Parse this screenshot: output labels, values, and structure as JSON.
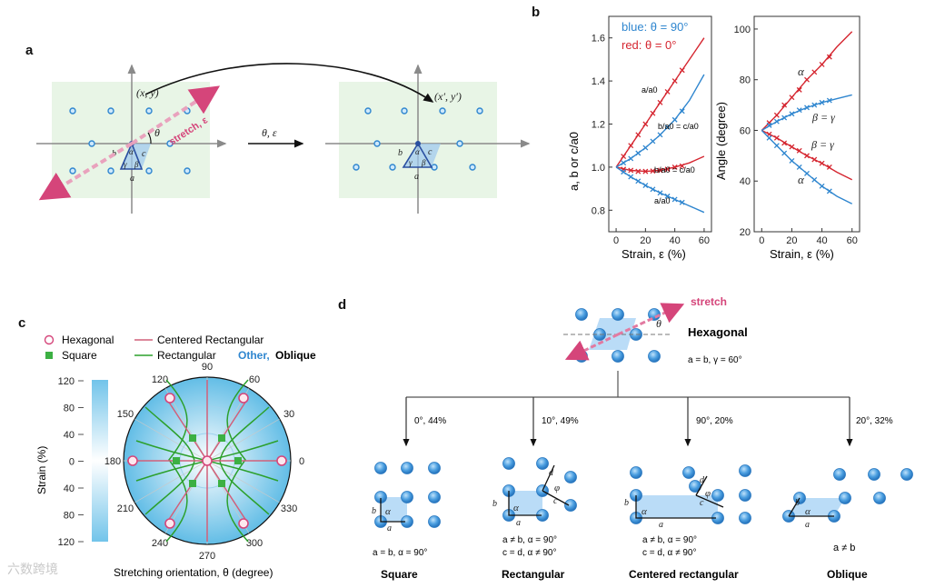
{
  "panels": {
    "a": "a",
    "b": "b",
    "c": "c",
    "d": "d"
  },
  "panel_a": {
    "coord_before": "(x, y)",
    "coord_after": "(x′, y′)",
    "stretch_label": "stretch, ε",
    "theta": "θ",
    "transform_label": "θ, ε",
    "lattice_labels": {
      "a": "a",
      "b": "b",
      "c": "c",
      "alpha": "α",
      "beta": "β",
      "gamma": "γ"
    }
  },
  "panel_b": {
    "legend_blue": "blue: θ = 90°",
    "legend_red": "red: θ = 0°",
    "xlabel": "Strain, ε (%)",
    "ylabel_left": "a, b or c/a0",
    "ylabel_right": "Angle (degree)",
    "curve_labels_left": [
      "a/a0",
      "b/a0 = c/a0",
      "b/a0 = c/a0",
      "a/a0"
    ],
    "curve_labels_right": [
      "α",
      "β = γ",
      "β = γ",
      "α"
    ]
  },
  "panel_c": {
    "legend": {
      "hexagonal": "Hexagonal",
      "square": "Square",
      "centered_rect": "Centered Rectangular",
      "rectangular": "Rectangular",
      "other": "Other,",
      "oblique": "Oblique"
    },
    "ylabel": "Strain (%)",
    "xlabel": "Stretching orientation, θ (degree)",
    "strain_ticks": [
      "120",
      "80",
      "40",
      "0",
      "40",
      "80",
      "120"
    ],
    "angle_ticks": [
      "90",
      "60",
      "30",
      "0",
      "330",
      "300",
      "270",
      "240",
      "210",
      "180",
      "150",
      "120"
    ]
  },
  "panel_d": {
    "stretch": "stretch",
    "theta": "θ",
    "hexagonal": "Hexagonal",
    "hex_condition": "a = b, γ = 60°",
    "branches": [
      {
        "param": "0°, 44%",
        "name": "Square",
        "cond1": "a = b, α = 90°",
        "cond2": ""
      },
      {
        "param": "10°, 49%",
        "name": "Rectangular",
        "cond1": "a ≠ b, α = 90°",
        "cond2": "c = d, α ≠ 90°"
      },
      {
        "param": "90°, 20%",
        "name": "Centered rectangular",
        "cond1": "a ≠ b, α = 90°",
        "cond2": "c = d, α ≠ 90°"
      },
      {
        "param": "20°, 32%",
        "name": "Oblique",
        "cond1": "a ≠ b",
        "cond2": ""
      }
    ]
  },
  "watermark": "六数跨境",
  "colors": {
    "blue": "#2f86cf",
    "red": "#d52630",
    "pink": "#d5457a",
    "green": "#2ca02c",
    "panel_bg": "#e8f5e6",
    "dot_fill": "#5aa9e6"
  },
  "chart_data": [
    {
      "type": "line",
      "xlabel": "Strain, ε (%)",
      "ylabel": "a, b or c/a0",
      "xlim": [
        -5,
        65
      ],
      "ylim": [
        0.7,
        1.7
      ],
      "xticks": [
        0,
        20,
        40,
        60
      ],
      "yticks": [
        0.8,
        1.0,
        1.2,
        1.4,
        1.6
      ],
      "series": [
        {
          "name": "red: θ = 0°",
          "label": "a/a0",
          "x": [
            0,
            10,
            20,
            30,
            40,
            50,
            60
          ],
          "y": [
            1.0,
            1.1,
            1.2,
            1.3,
            1.4,
            1.5,
            1.6
          ],
          "markers": [
            [
              5,
              1.05
            ],
            [
              10,
              1.1
            ],
            [
              15,
              1.15
            ],
            [
              20,
              1.2
            ],
            [
              25,
              1.25
            ],
            [
              30,
              1.3
            ],
            [
              35,
              1.35
            ],
            [
              40,
              1.4
            ],
            [
              45,
              1.45
            ]
          ]
        },
        {
          "name": "red: θ = 0°",
          "label": "b/a0 = c/a0",
          "x": [
            0,
            10,
            20,
            30,
            40,
            50,
            60
          ],
          "y": [
            1.0,
            0.985,
            0.98,
            0.985,
            1.0,
            1.02,
            1.05
          ],
          "markers": [
            [
              5,
              0.99
            ],
            [
              10,
              0.985
            ],
            [
              15,
              0.98
            ],
            [
              20,
              0.98
            ],
            [
              25,
              0.982
            ],
            [
              30,
              0.985
            ],
            [
              35,
              0.99
            ],
            [
              40,
              1.0
            ],
            [
              45,
              1.005
            ]
          ]
        },
        {
          "name": "blue: θ = 90°",
          "label": "b/a0 = c/a0",
          "x": [
            0,
            10,
            20,
            30,
            40,
            50,
            60
          ],
          "y": [
            1.0,
            1.04,
            1.09,
            1.15,
            1.22,
            1.31,
            1.43
          ],
          "markers": [
            [
              5,
              1.02
            ],
            [
              10,
              1.04
            ],
            [
              15,
              1.065
            ],
            [
              20,
              1.09
            ],
            [
              25,
              1.12
            ],
            [
              30,
              1.15
            ],
            [
              35,
              1.185
            ],
            [
              40,
              1.22
            ],
            [
              45,
              1.26
            ]
          ]
        },
        {
          "name": "blue: θ = 90°",
          "label": "a/a0",
          "x": [
            0,
            10,
            20,
            30,
            40,
            50,
            60
          ],
          "y": [
            1.0,
            0.955,
            0.915,
            0.88,
            0.85,
            0.82,
            0.79
          ],
          "markers": [
            [
              5,
              0.978
            ],
            [
              10,
              0.955
            ],
            [
              15,
              0.935
            ],
            [
              20,
              0.915
            ],
            [
              25,
              0.897
            ],
            [
              30,
              0.88
            ],
            [
              35,
              0.865
            ],
            [
              40,
              0.85
            ],
            [
              45,
              0.836
            ]
          ]
        }
      ]
    },
    {
      "type": "line",
      "xlabel": "Strain, ε (%)",
      "ylabel": "Angle (degree)",
      "xlim": [
        -5,
        65
      ],
      "ylim": [
        20,
        105
      ],
      "xticks": [
        0,
        20,
        40,
        60
      ],
      "yticks": [
        20,
        40,
        60,
        80,
        100
      ],
      "series": [
        {
          "name": "red: θ = 0°",
          "label": "α",
          "x": [
            0,
            10,
            20,
            30,
            40,
            50,
            60
          ],
          "y": [
            60,
            66,
            73,
            80,
            86,
            93,
            99
          ],
          "markers": [
            [
              5,
              63
            ],
            [
              10,
              66
            ],
            [
              15,
              70
            ],
            [
              20,
              73
            ],
            [
              25,
              76
            ],
            [
              30,
              80
            ],
            [
              35,
              83
            ],
            [
              40,
              86
            ],
            [
              45,
              89
            ]
          ]
        },
        {
          "name": "blue: θ = 90°",
          "label": "β = γ",
          "x": [
            0,
            10,
            20,
            30,
            40,
            50,
            60
          ],
          "y": [
            60,
            63.5,
            66.5,
            69,
            71,
            72.5,
            74
          ],
          "markers": [
            [
              5,
              62
            ],
            [
              10,
              63.5
            ],
            [
              15,
              65
            ],
            [
              20,
              66.5
            ],
            [
              25,
              68
            ],
            [
              30,
              69
            ],
            [
              35,
              70
            ],
            [
              40,
              71
            ],
            [
              45,
              71.8
            ]
          ]
        },
        {
          "name": "red: θ = 0°",
          "label": "β = γ",
          "x": [
            0,
            10,
            20,
            30,
            40,
            50,
            60
          ],
          "y": [
            60,
            57,
            53.5,
            50,
            47,
            43.5,
            40.5
          ],
          "markers": [
            [
              5,
              58.5
            ],
            [
              10,
              57
            ],
            [
              15,
              55
            ],
            [
              20,
              53.5
            ],
            [
              25,
              52
            ],
            [
              30,
              50
            ],
            [
              35,
              48.5
            ],
            [
              40,
              47
            ],
            [
              45,
              45.5
            ]
          ]
        },
        {
          "name": "blue: θ = 90°",
          "label": "α",
          "x": [
            0,
            10,
            20,
            30,
            40,
            50,
            60
          ],
          "y": [
            60,
            54,
            48,
            43,
            38,
            34,
            31
          ],
          "markers": [
            [
              5,
              57
            ],
            [
              10,
              54
            ],
            [
              15,
              51
            ],
            [
              20,
              48
            ],
            [
              25,
              45.5
            ],
            [
              30,
              43
            ],
            [
              35,
              40.5
            ],
            [
              40,
              38
            ],
            [
              45,
              36
            ]
          ]
        }
      ]
    }
  ]
}
